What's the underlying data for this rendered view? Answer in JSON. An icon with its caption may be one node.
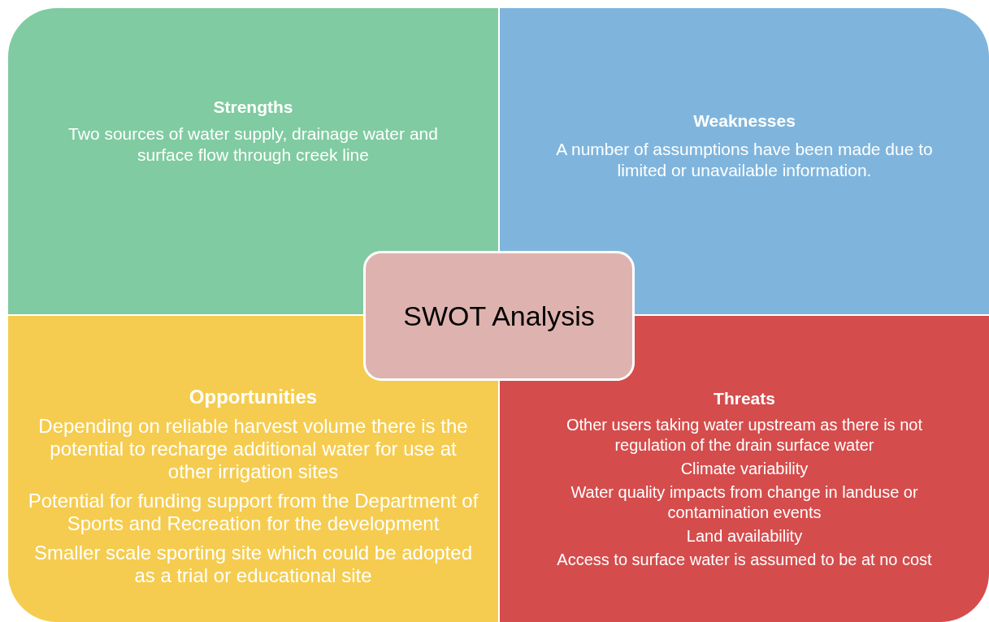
{
  "diagram": {
    "nodes": [
      {
        "text": [
          "Strengths",
          "Two sources of water supply, drainage water and surface flow through creek line"
        ]
      },
      {
        "text": [
          "Weaknesses",
          "A number of assumptions have been made due to limited or unavailable information."
        ]
      },
      {
        "text": [
          "Opportunities",
          "Depending on reliable harvest volume there is the potential to recharge additional water for use at other irrigation sites",
          "Potential for funding support from the Department of Sports and Recreation for the development",
          "Smaller scale sporting site which could be adopted as a trial or educational site"
        ]
      },
      {
        "text": [
          "Threats",
          "Other users taking water upstream as there is not regulation of the drain surface water",
          "Climate variability",
          "Water quality impacts from change in landuse or contamination events",
          "Land availability",
          "Access to surface water is assumed to be at no cost"
        ]
      },
      {
        "text": [
          "SWOT Analysis"
        ]
      }
    ]
  }
}
